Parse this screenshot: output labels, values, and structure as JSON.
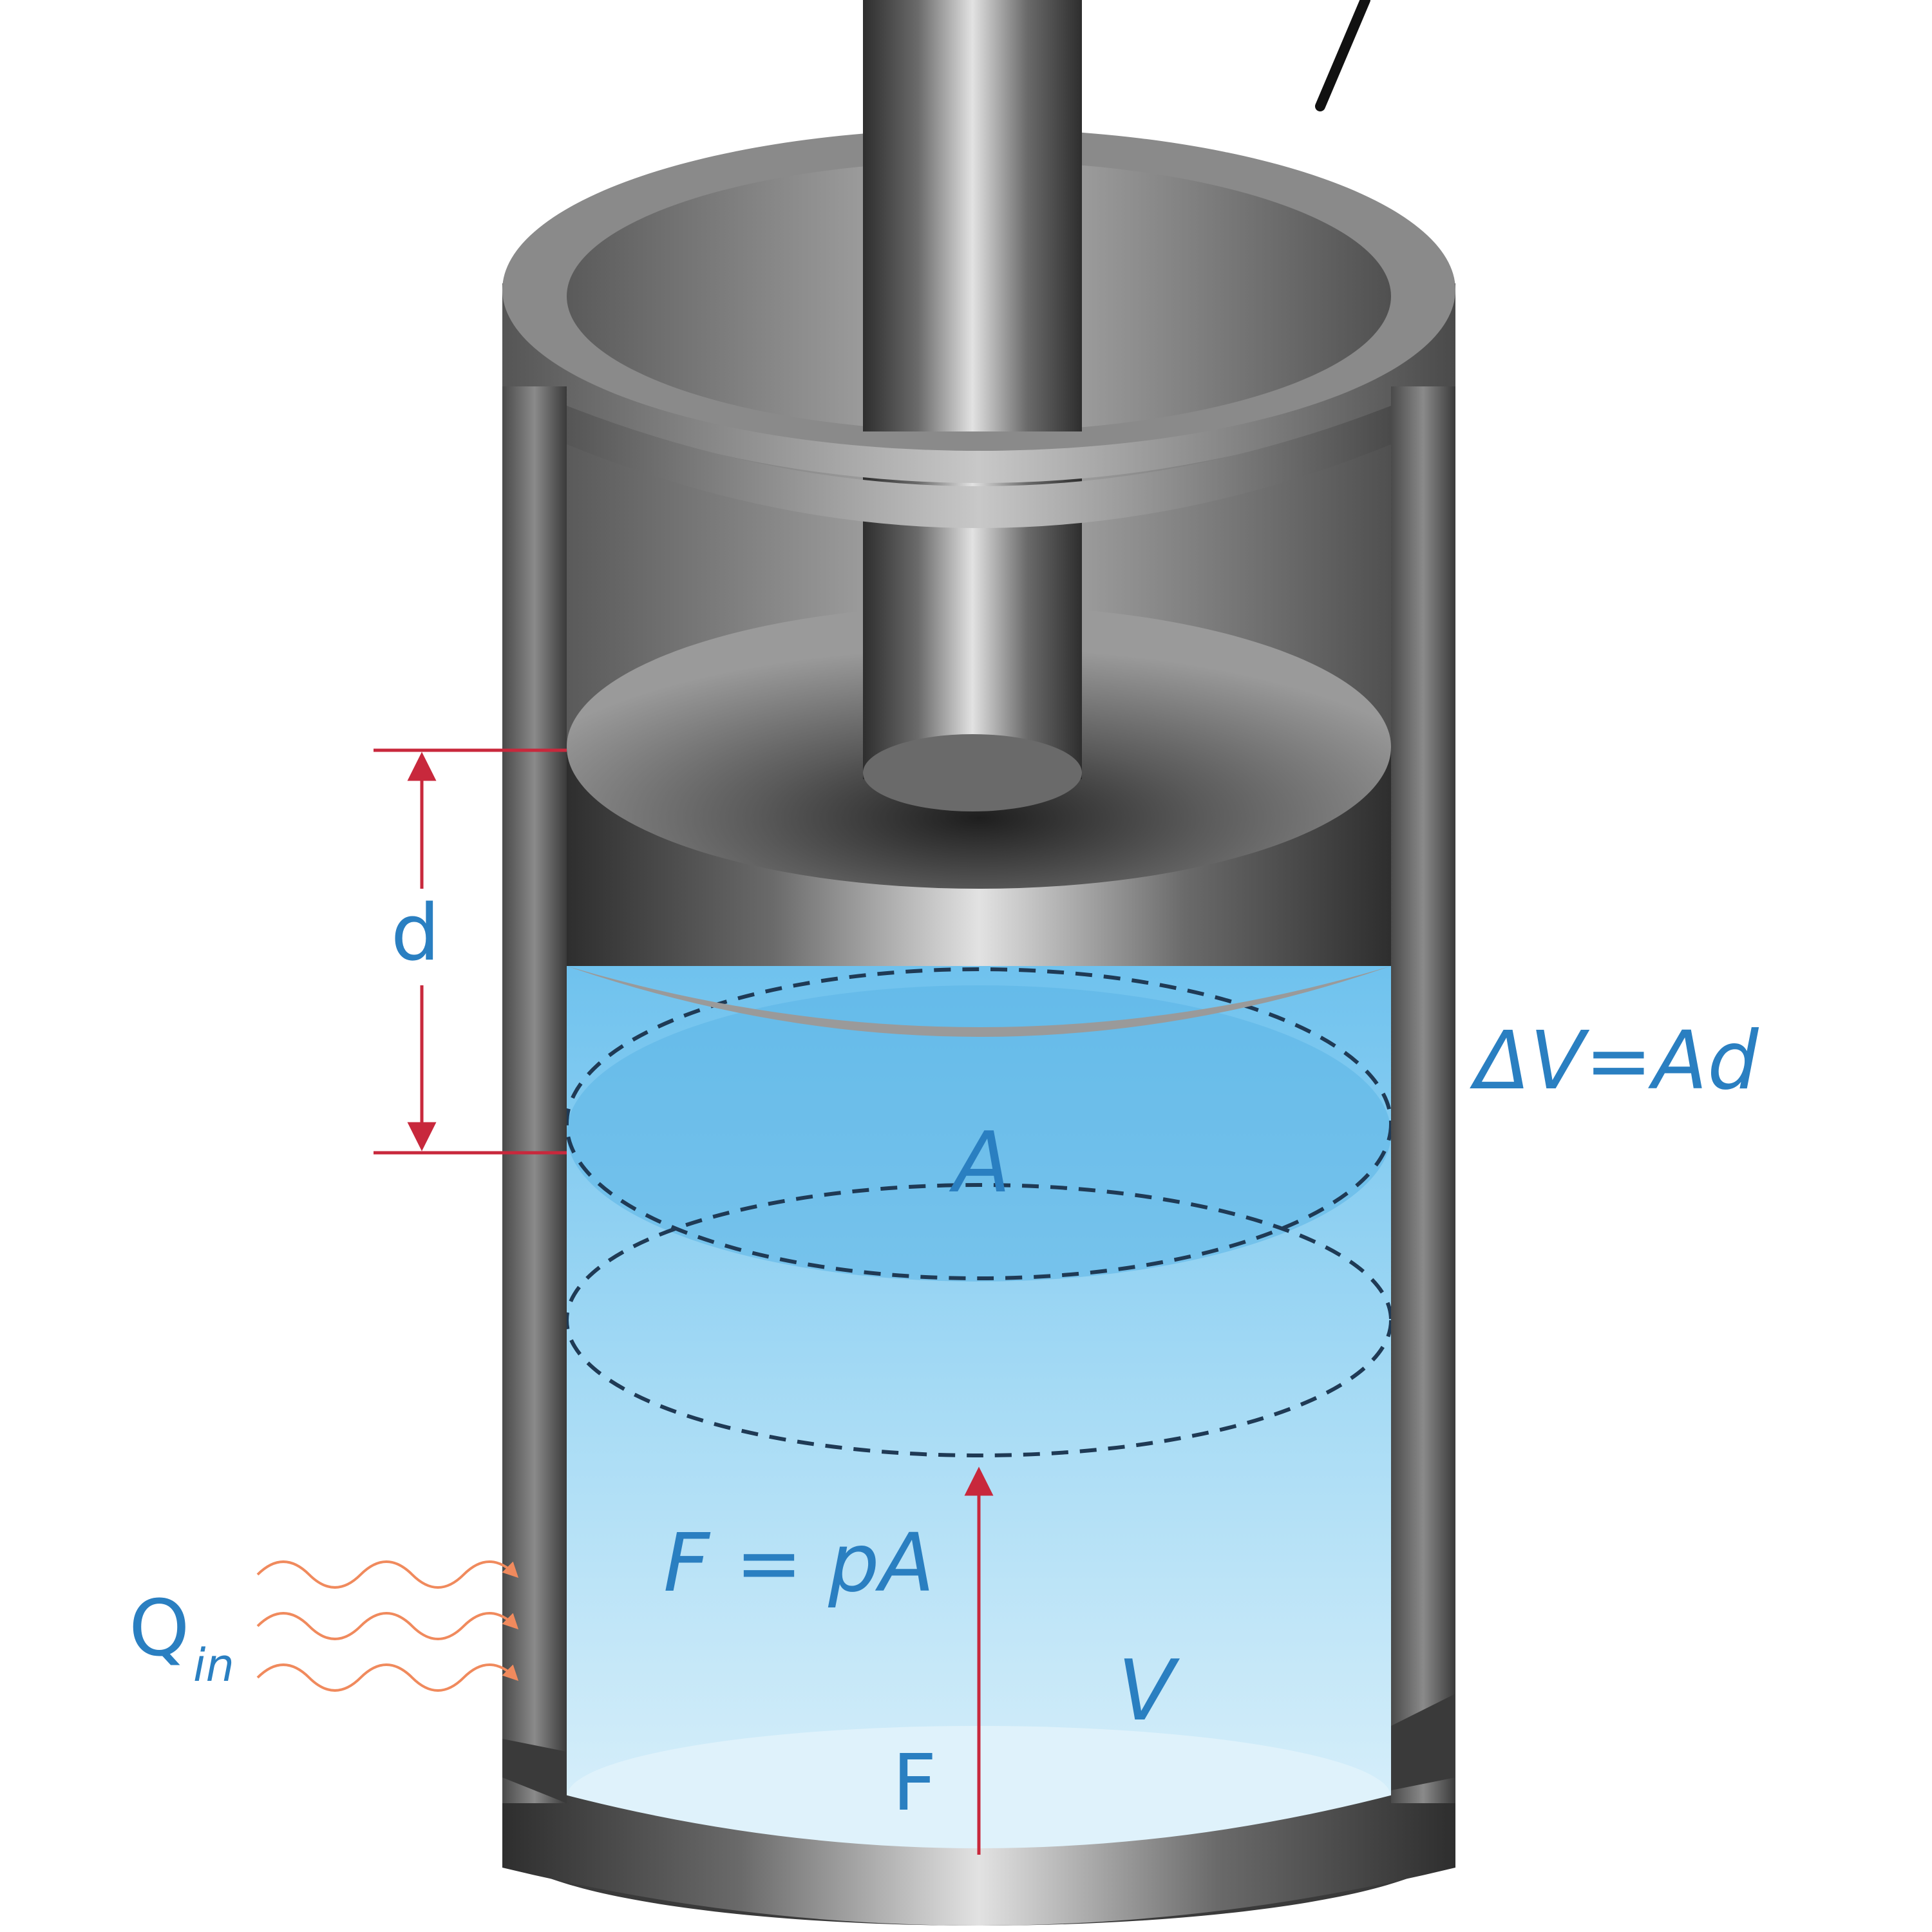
{
  "labels": {
    "d": "d",
    "area": "A",
    "delta_v": "ΔV=Ad",
    "force_eq": "F = pA",
    "force": "F",
    "volume": "V",
    "heat_q": "Q",
    "heat_sub": "in"
  },
  "colors": {
    "label_blue": "#2a7fc1",
    "arrow_red": "#c8283c",
    "heat_orange": "#f08a5d",
    "fluid_light": "#cdeaf8",
    "fluid_mid": "#8fd0f0",
    "fluid_dark": "#54b4e6",
    "metal_dark": "#3c3c3c",
    "metal_light": "#d6d6d6"
  },
  "icons": {
    "heat_arrows": "wavy-arrow-icon",
    "dimension_arrow": "double-arrow-icon",
    "force_arrow": "up-arrow-icon"
  }
}
